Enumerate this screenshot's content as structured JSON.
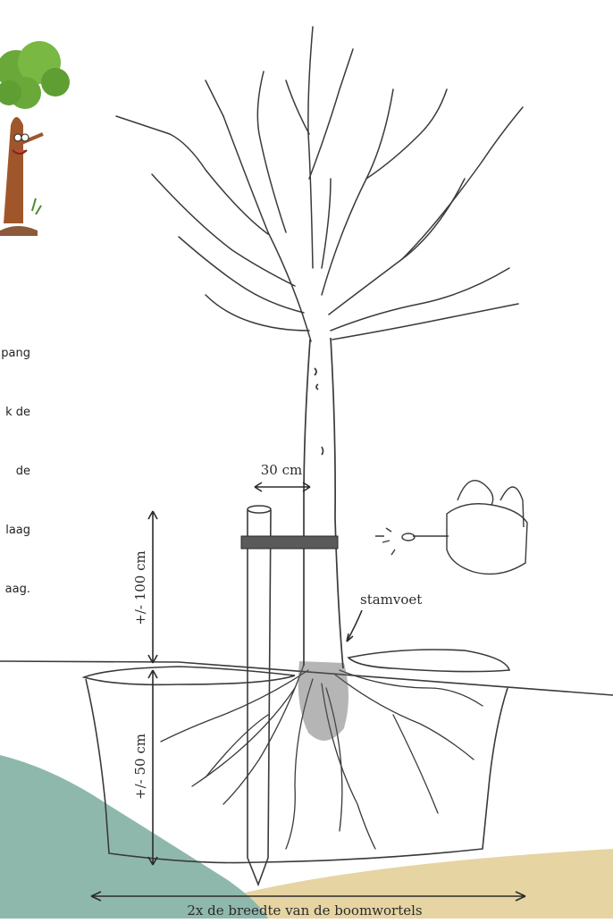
{
  "labels": {
    "trunk_width": "30 cm",
    "stake_height": "+/- 100 cm",
    "pit_depth": "+/- 50 cm",
    "root_collar": "stamvoet",
    "pit_width": "2x de breedte van de boomwortels"
  },
  "side_text": [
    "pang",
    "k de",
    "de",
    "laag",
    "aag."
  ],
  "colors": {
    "pencil": "#3a3a3a",
    "teal_shape": "#8fb8ad",
    "sand_shape": "#e6d4a3",
    "tree_canopy": "#6aa83a",
    "tree_trunk": "#a0562b"
  }
}
